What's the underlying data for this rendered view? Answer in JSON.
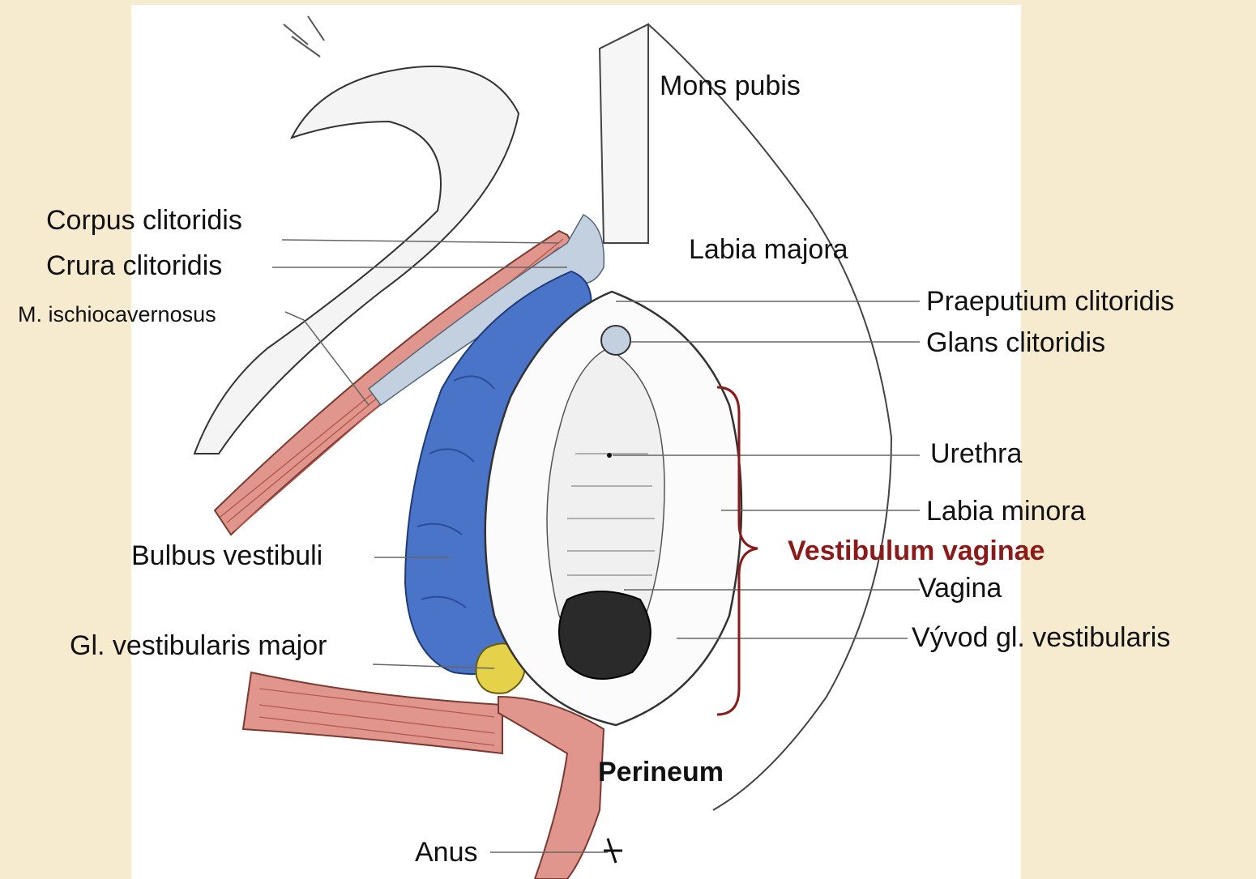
{
  "labels": {
    "mons_pubis": "Mons pubis",
    "corpus_clitoridis": "Corpus clitoridis",
    "crura_clitoridis": "Crura clitoridis",
    "m_ischiocavernosus": "M. ischiocavernosus",
    "labia_majora": "Labia majora",
    "praeputium_clitoridis": "Praeputium clitoridis",
    "glans_clitoridis": "Glans clitoridis",
    "urethra": "Urethra",
    "labia_minora": "Labia minora",
    "vestibulum_vaginae": "Vestibulum vaginae",
    "bulbus_vestibuli": "Bulbus vestibuli",
    "vagina": "Vagina",
    "gl_vestibularis_major": "Gl. vestibularis major",
    "vyvod_gl_vestibularis": "Vývod gl. vestibularis",
    "perineum": "Perineum",
    "anus": "Anus"
  },
  "colors": {
    "background": "#f7ebcf",
    "bulbus_vestibuli": "#4a74c8",
    "gland": "#e6d24a",
    "muscle": "#e0968c",
    "clitoris_tissue": "#c3d0e0",
    "vestibulum_label": "#8b1a1a",
    "bracket": "#8b1a1a"
  }
}
